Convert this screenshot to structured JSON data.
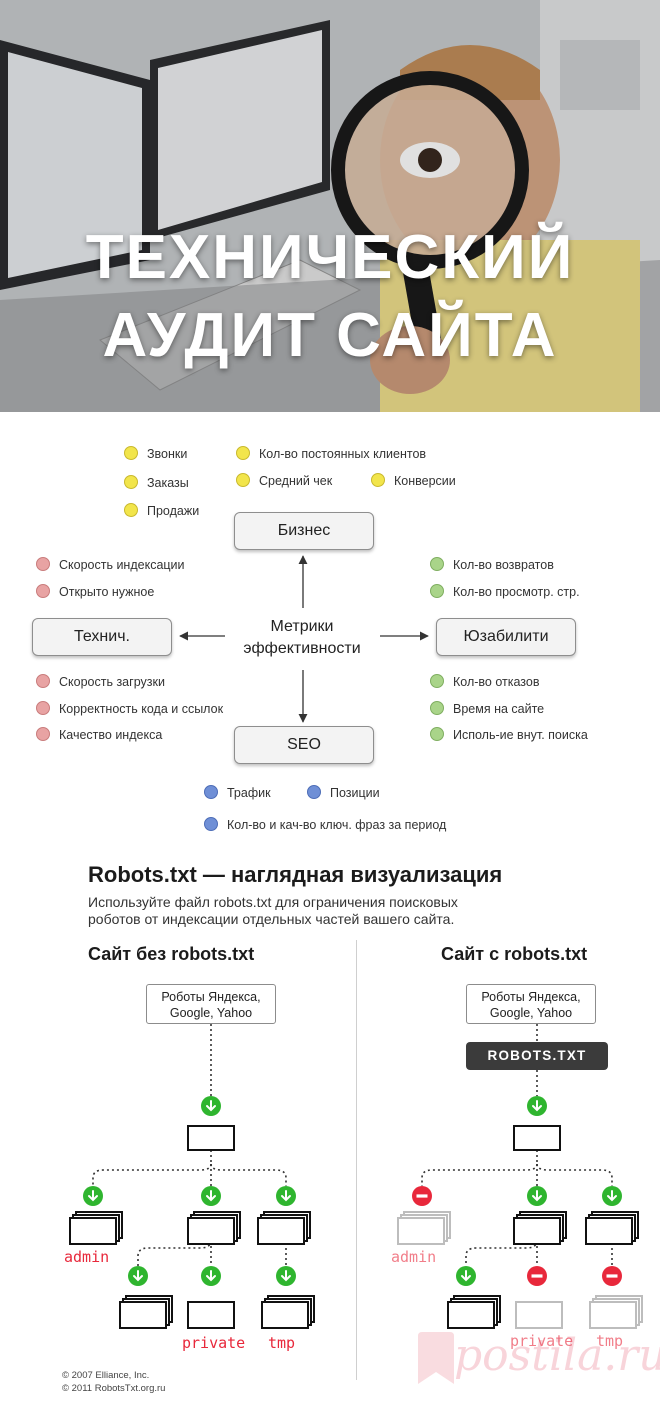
{
  "hero": {
    "line1": "ТЕХНИЧЕСКИЙ",
    "line2": "АУДИТ САЙТА"
  },
  "metrics": {
    "center": [
      "Метрики",
      "эффективности"
    ],
    "boxes": {
      "business": "Бизнес",
      "tech": "Технич.",
      "usability": "Юзабилити",
      "seo": "SEO"
    },
    "business_items": [
      "Звонки",
      "Заказы",
      "Продажи",
      "Кол-во постоянных клиентов",
      "Средний чек",
      "Конверсии"
    ],
    "tech_items_top": [
      "Скорость индексации",
      "Открыто нужное"
    ],
    "tech_items_bottom": [
      "Скорость загрузки",
      "Корректность кода и ссылок",
      "Качество индекса"
    ],
    "usability_items_top": [
      "Кол-во возвратов",
      "Кол-во просмотр. стр."
    ],
    "usability_items_bottom": [
      "Кол-во отказов",
      "Время на сайте",
      "Исполь-ие внут. поиска"
    ],
    "seo_items": [
      "Трафик",
      "Позиции",
      "Кол-во и кач-во ключ. фраз за период"
    ],
    "colors": {
      "business": "#f2e54b",
      "tech": "#e8a3a3",
      "usability": "#a9d489",
      "seo": "#6f8fd6"
    }
  },
  "robots": {
    "title": "Robots.txt — наглядная визуализация",
    "subtitle_line1": "Используйте файл robots.txt для ограничения поисковых",
    "subtitle_line2": "роботов от индексации отдельных частей вашего сайта.",
    "left_heading": "Сайт без robots.txt",
    "right_heading": "Сайт с robots.txt",
    "bots_line1": "Роботы Яндекса,",
    "bots_line2": "Google, Yahoo",
    "badge": "ROBOTS.TXT",
    "labels": {
      "admin": "admin",
      "private": "private",
      "tmp": "tmp"
    },
    "copyright1": "© 2007 Elliance, Inc.",
    "copyright2": "© 2011 RobotsTxt.org.ru",
    "colors": {
      "allow": "#2fb52f",
      "deny": "#e8283b"
    }
  },
  "watermark": "postila.ru"
}
